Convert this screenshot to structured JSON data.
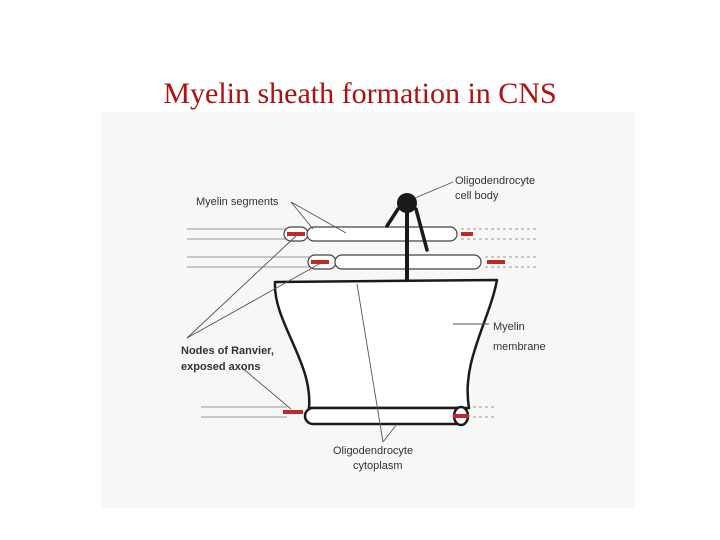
{
  "title": "Myelin sheath formation in CNS",
  "labels": {
    "myelin_segments": "Myelin segments",
    "oligo_cell_body_line1": "Oligodendrocyte",
    "oligo_cell_body_line2": "cell body",
    "myelin_membrane_line1": "Myelin",
    "myelin_membrane_line2": "membrane",
    "nodes_line1": "Nodes of Ranvier,",
    "nodes_line2": "exposed axons",
    "cytoplasm_line1": "Oligodendrocyte",
    "cytoplasm_line2": "cytoplasm"
  },
  "colors": {
    "title": "#b01010",
    "axon_node": "#c0282a",
    "outline": "#222222",
    "figure_background": "#f7f7f5"
  }
}
